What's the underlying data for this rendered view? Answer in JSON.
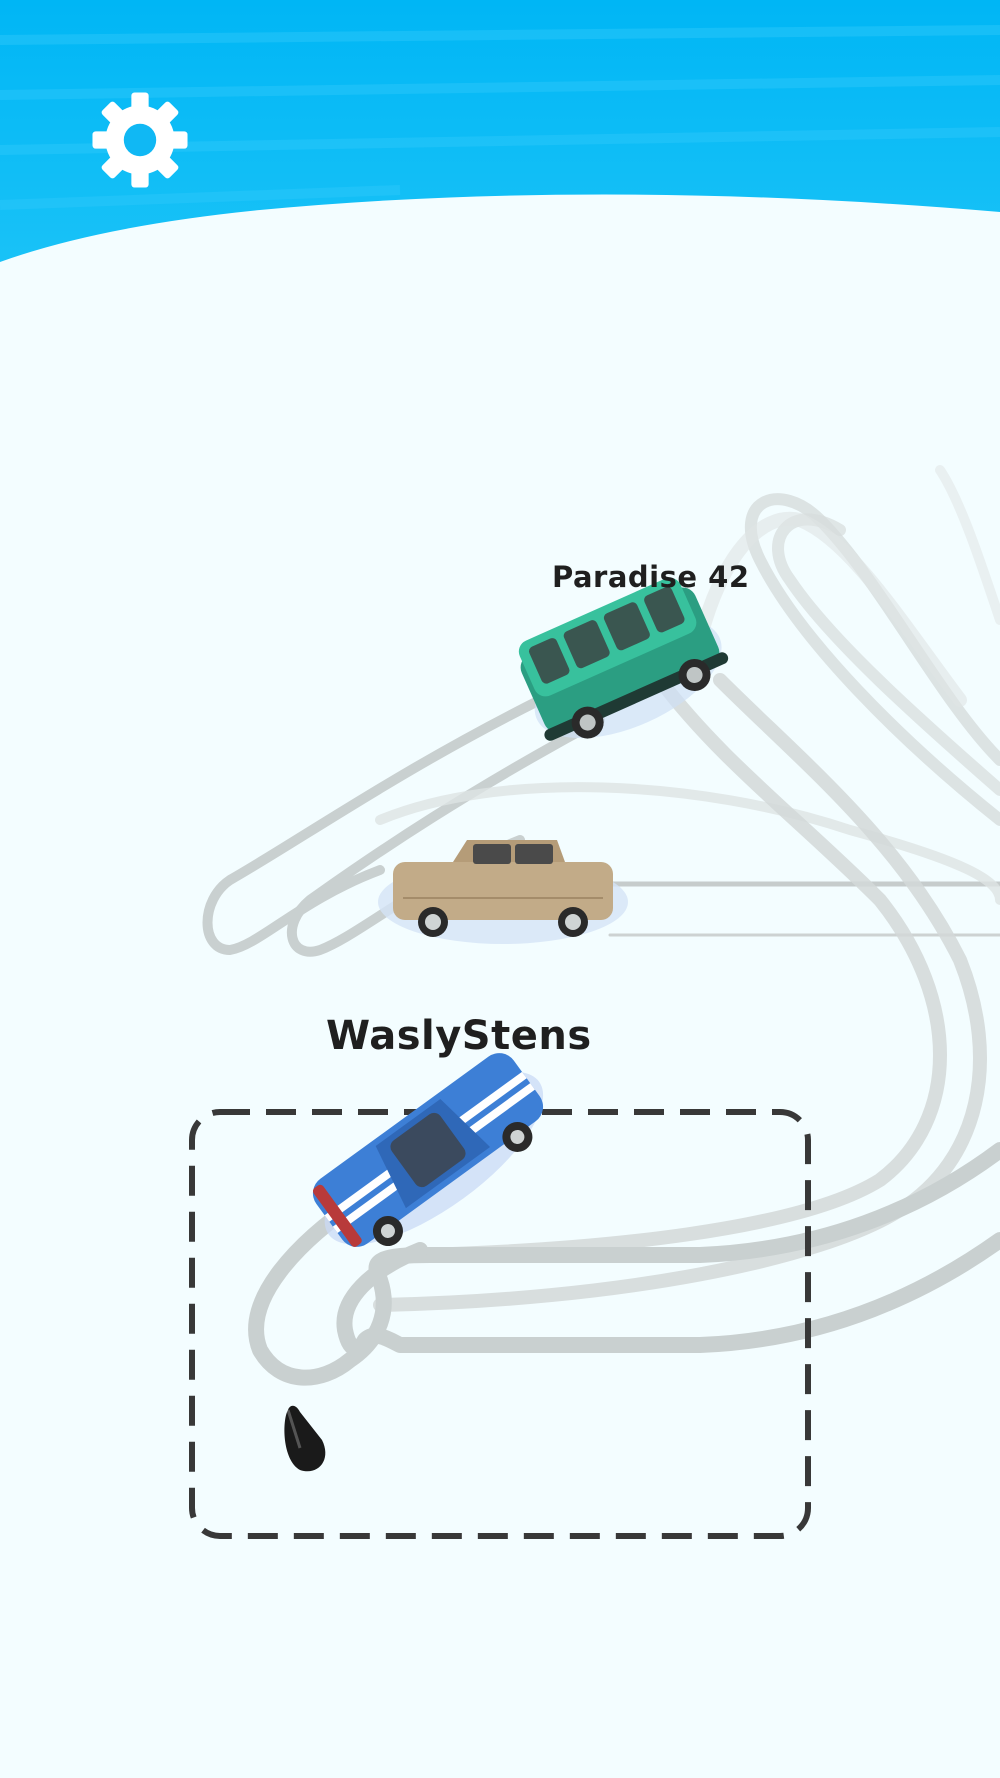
{
  "hud": {
    "settings_icon": "gear-icon"
  },
  "players": {
    "opponent_label": "Paradise 42",
    "player_label": "WaslyStens"
  },
  "cars": [
    {
      "name": "green-van",
      "owner": "Paradise 42",
      "color": "#2fa88a"
    },
    {
      "name": "tan-sedan",
      "owner": "",
      "color": "#c2ab88"
    },
    {
      "name": "blue-muscle-car",
      "owner": "WaslyStens",
      "color": "#3d7fd6"
    }
  ],
  "colors": {
    "sky": "#08b5f2",
    "ground": "#f3fdff",
    "skid_marks": "#c8cfcf",
    "control_box_border": "#3a3a3a"
  },
  "control_zone": {
    "style": "dashed-rounded-rectangle"
  }
}
